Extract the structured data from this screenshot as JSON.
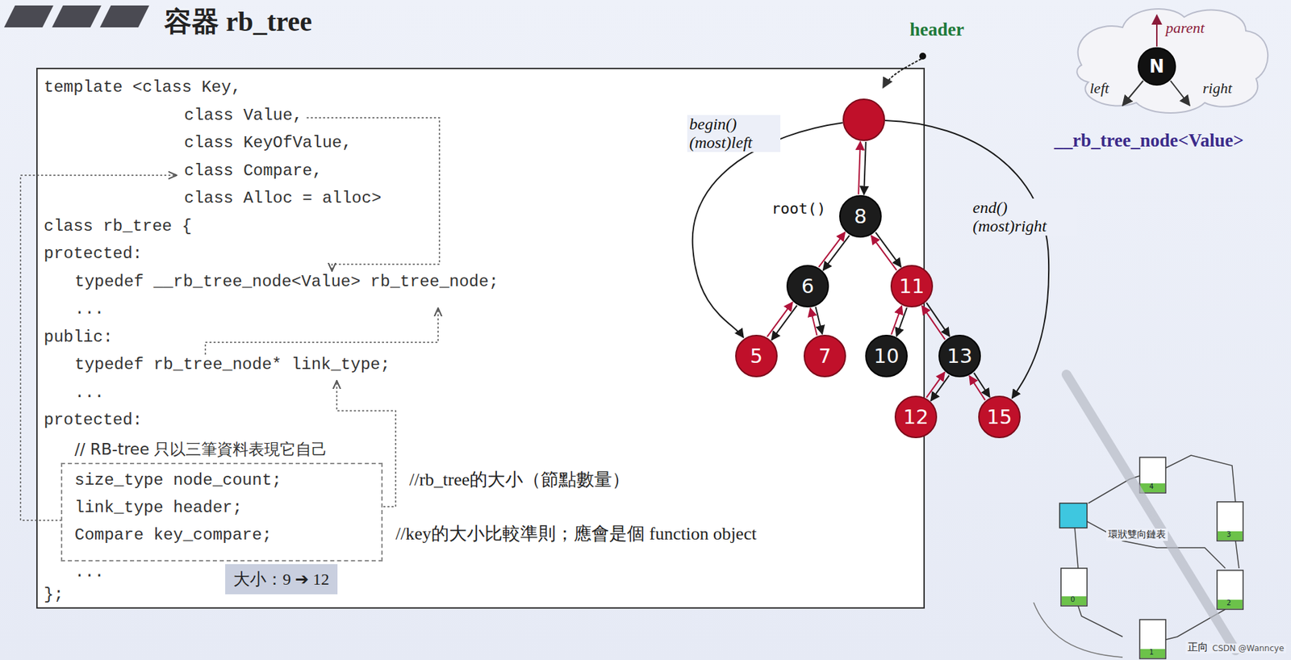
{
  "diagram": {
    "title": "容器 rb_tree",
    "nodes": [
      {
        "text": [
          "template <class Key,",
          "class Value,",
          "class KeyOfValue,",
          "class Compare,",
          "class Alloc = alloc>",
          "class rb_tree {",
          "protected:",
          "typedef __rb_tree_node<Value> rb_tree_node;",
          "...",
          "public:",
          "typedef rb_tree_node* link_type;",
          "...",
          "protected:",
          "// RB-tree 只以三筆資料表現它自己",
          "...",
          "};"
        ]
      },
      {
        "text": [
          "size_type node_count;",
          "link_type header;",
          "Compare key_compare;"
        ],
        "in": 0
      },
      {
        "text": [
          "大小：9 ➔ 12"
        ],
        "in": 0
      },
      {
        "text": [
          "header"
        ]
      },
      {
        "text": [
          "8"
        ]
      },
      {
        "text": [
          "6"
        ]
      },
      {
        "text": [
          "11"
        ]
      },
      {
        "text": [
          "5"
        ]
      },
      {
        "text": [
          "7"
        ]
      },
      {
        "text": [
          "10"
        ]
      },
      {
        "text": [
          "13"
        ]
      },
      {
        "text": [
          "12"
        ]
      },
      {
        "text": [
          "15"
        ]
      },
      {
        "text": [
          "N"
        ]
      }
    ],
    "edges": [
      {
        "from": 3,
        "to": 4,
        "arrow": "both"
      },
      {
        "from": 4,
        "to": 5,
        "arrow": "both"
      },
      {
        "from": 4,
        "to": 6,
        "arrow": "both"
      },
      {
        "from": 5,
        "to": 7,
        "arrow": "both"
      },
      {
        "from": 5,
        "to": 8,
        "arrow": "both"
      },
      {
        "from": 6,
        "to": 9,
        "arrow": "both"
      },
      {
        "from": 6,
        "to": 10,
        "arrow": "both"
      },
      {
        "from": 10,
        "to": 11,
        "arrow": "both"
      },
      {
        "from": 10,
        "to": 12,
        "arrow": "both"
      },
      {
        "from": 3,
        "to": 7,
        "arrow": "to",
        "label": "begin() (most)left"
      },
      {
        "from": 3,
        "to": 12,
        "arrow": "to",
        "label": "end() (most)right"
      }
    ],
    "labels": [
      "root()",
      "parent",
      "left",
      "right",
      "__rb_tree_node<Value>",
      "//rb_tree的大小（節點數量）",
      "//key的大小比較準則；應會是個 function object",
      "環狀雙向鏈表",
      "4",
      "3",
      "2",
      "1",
      "0",
      "正向",
      "CSDN @Wanncye"
    ]
  }
}
